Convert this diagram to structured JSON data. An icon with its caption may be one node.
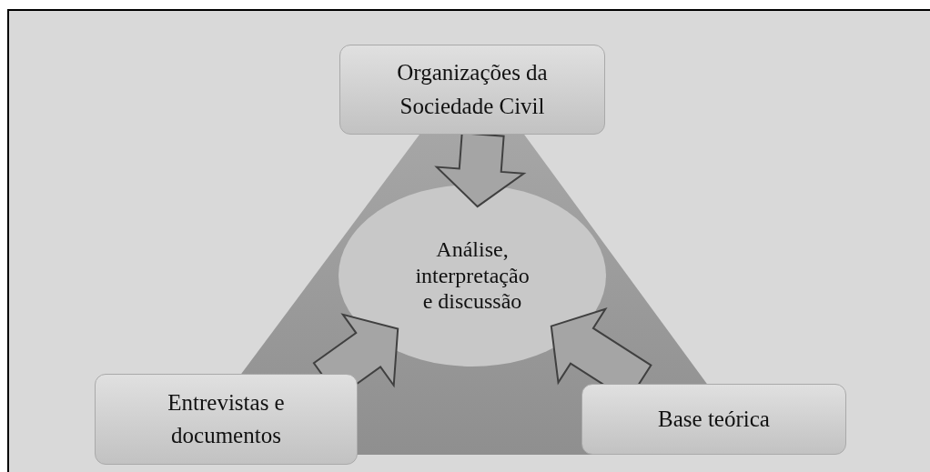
{
  "diagram": {
    "nodes": [
      {
        "text": [
          "Organizações da Sociedade Civil"
        ]
      },
      {
        "text": [
          "Análise, interpretação e discussão"
        ]
      },
      {
        "text": [
          "Entrevistas e documentos"
        ]
      },
      {
        "text": [
          "Base teórica"
        ]
      }
    ],
    "edges": [
      {
        "from": 0,
        "to": 1,
        "arrow": "to"
      },
      {
        "from": 2,
        "to": 1,
        "arrow": "to"
      },
      {
        "from": 3,
        "to": 1,
        "arrow": "to"
      }
    ]
  }
}
